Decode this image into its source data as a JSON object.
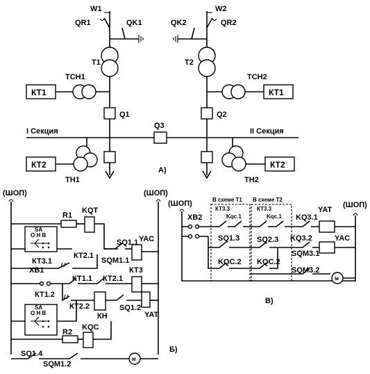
{
  "diagram_a": {
    "caption": "А)",
    "feeder_left": "W1",
    "feeder_right": "W2",
    "breaker_left": "QR1",
    "breaker_right": "QR2",
    "earth_switch_left": "QK1",
    "earth_switch_right": "QK2",
    "transformer_left": "T1",
    "transformer_right": "T2",
    "aux_tx_left": "ТСН1",
    "aux_tx_right": "ТСН2",
    "relay_box_kt1_left": "КТ1",
    "relay_box_kt1_right": "КТ1",
    "breaker_q1": "Q1",
    "breaker_q2": "Q2",
    "bus_tie": "Q3",
    "section_left": "I Секция",
    "section_right": "II Секция",
    "relay_box_kt2_left": "КТ2",
    "relay_box_kt2_right": "КТ2",
    "vt_left": "ТН1",
    "vt_right": "ТН2"
  },
  "diagram_b": {
    "caption": "Б)",
    "bus_left": "(ШОП)",
    "bus_right": "(ШОП)",
    "r1": "R1",
    "kqt": "KQT",
    "sa_top": "SA",
    "sa_top_positions": "О Н В",
    "kt2_1a": "КТ2.1",
    "sq1_1": "SQ1.1",
    "sqm1_1": "SQM1.1",
    "yac": "YAC",
    "kt3_1": "КТ3.1",
    "xb1": "ХВ1",
    "kt1_1": "КТ1.1",
    "kt2_1b": "КТ2.1",
    "kt3": "КТ3",
    "kt1_2": "КТ1.2",
    "kt2_2": "КТ2.2",
    "kh": "КН",
    "sq1_2": "SQ1.2",
    "yat": "YAT",
    "sa_bottom": "SA",
    "sa_bottom_positions": "О Н В",
    "r2": "R2",
    "kqc": "KQC",
    "sq1_4": "SQ1.4",
    "sqm1_2": "SQM1.2",
    "motor": "м"
  },
  "diagram_c": {
    "caption": "В)",
    "bus_left": "(ШОП)",
    "bus_right": "(ШОП)",
    "xb2": "ХВ2",
    "scheme_t1": "В схеме Т1",
    "scheme_t2": "В схеме Т2",
    "kt3_3a": "КТ3.3",
    "kt3_3b": "КТ3.3",
    "kqc1a": "Kqc.1",
    "kqc1b": "Kqc.1",
    "kq3_1": "KQ3.1",
    "yat": "YAT",
    "sq1_3": "SQ1.3",
    "sq2_3": "SQ2.3",
    "kq3_2": "KQ3.2",
    "yac": "YAC",
    "sqm3_1": "SQM3.1",
    "kqc2a": "KQC.2",
    "kqc2b": "KQC.2",
    "sqm3_2": "SQM3.2",
    "motor": "м"
  }
}
